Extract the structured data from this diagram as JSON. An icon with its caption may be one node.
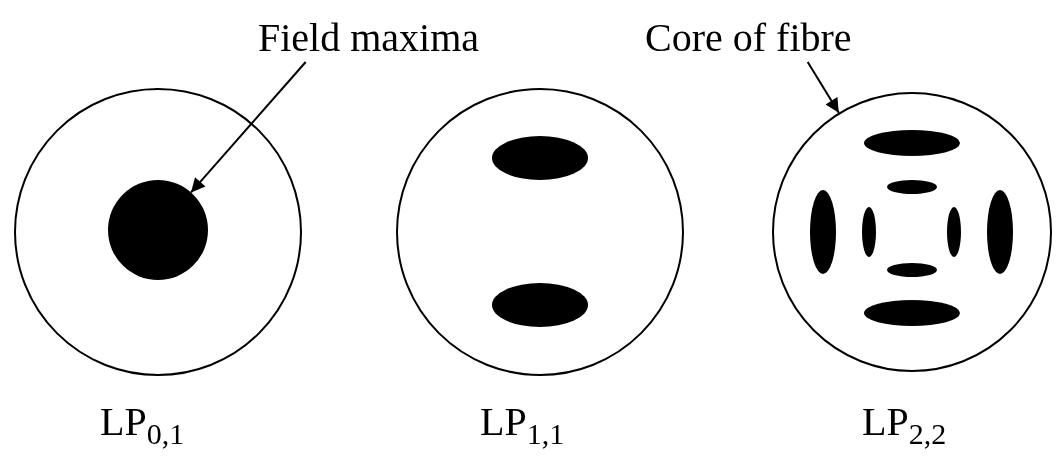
{
  "diagram": {
    "nodes": [
      {
        "text": [
          "Field maxima"
        ]
      },
      {
        "text": [
          "Core of fibre"
        ]
      },
      {
        "text": [],
        "shape": "circle",
        "beside": [
          "LP$_{0,1}$"
        ]
      },
      {
        "text": [],
        "shape": "circle",
        "in": 2
      },
      {
        "text": [],
        "shape": "circle",
        "beside": [
          "LP$_{1,1}$"
        ]
      },
      {
        "text": [],
        "shape": "circle",
        "beside": [
          "LP$_{2,2}$"
        ]
      }
    ],
    "edges": [
      {
        "from": 0,
        "to": 3,
        "arrow": "to"
      },
      {
        "from": 1,
        "to": 5,
        "arrow": "to"
      }
    ]
  }
}
